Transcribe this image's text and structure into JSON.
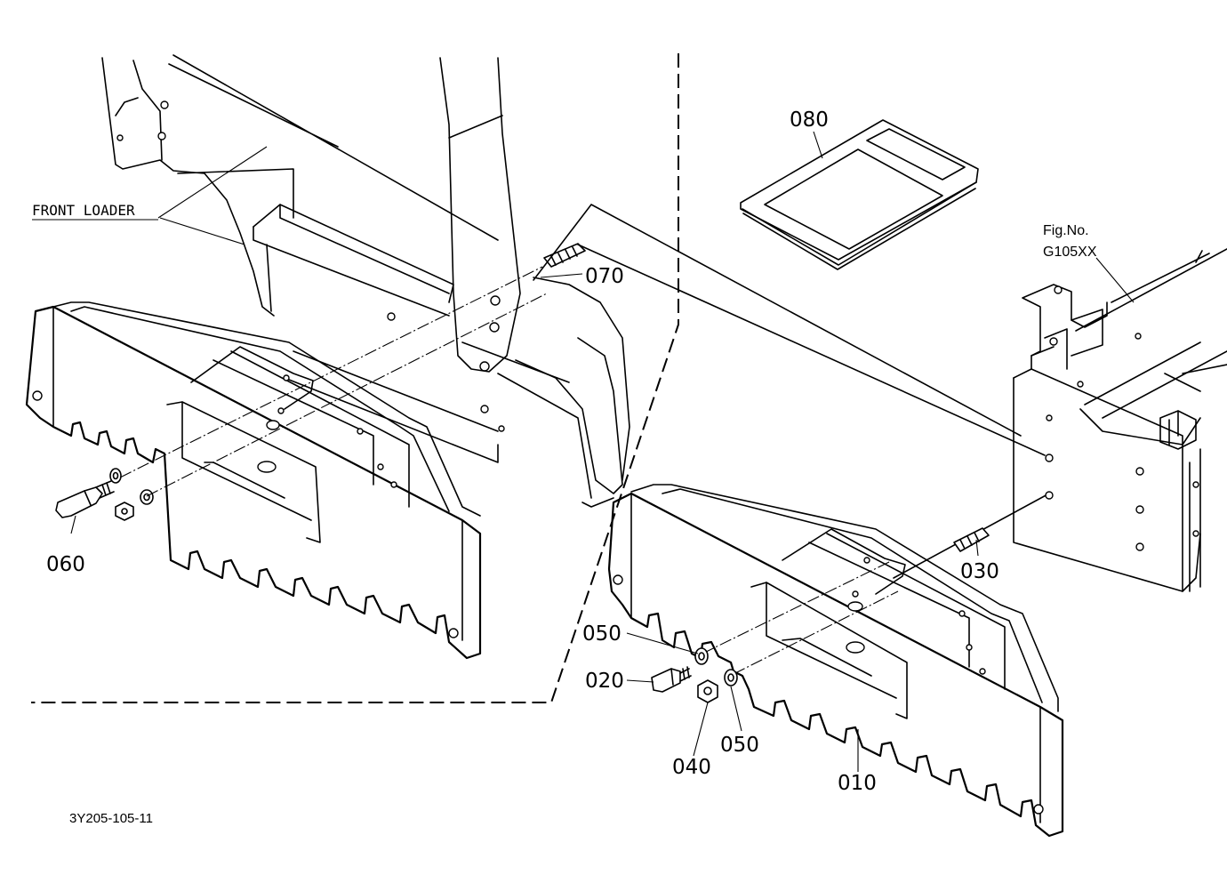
{
  "labels": {
    "front_loader": "FRONT LOADER",
    "fig_no_line1": "Fig.No.",
    "fig_no_line2": "G105XX",
    "drawing_id": "3Y205-105-11"
  },
  "parts": [
    {
      "id": "p010",
      "number": "010"
    },
    {
      "id": "p020",
      "number": "020"
    },
    {
      "id": "p030",
      "number": "030"
    },
    {
      "id": "p040",
      "number": "040"
    },
    {
      "id": "p050a",
      "number": "050"
    },
    {
      "id": "p050b",
      "number": "050"
    },
    {
      "id": "p060",
      "number": "060"
    },
    {
      "id": "p070",
      "number": "070"
    },
    {
      "id": "p080",
      "number": "080"
    }
  ]
}
